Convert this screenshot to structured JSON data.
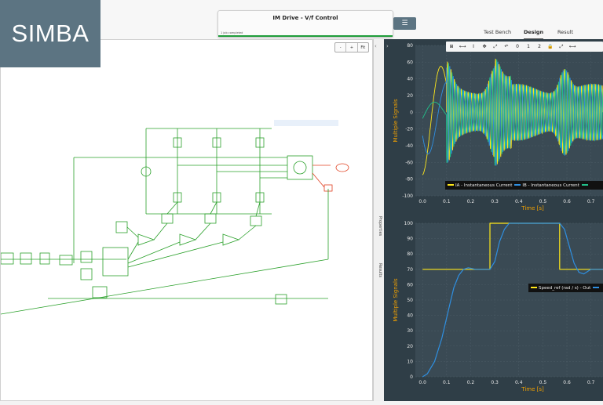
{
  "brand": {
    "logo_text": "SIMBA"
  },
  "job": {
    "title": "IM Drive - V/f Control",
    "status": "1 job completed",
    "progress": 1.0
  },
  "header": {
    "list_icon": "list-icon"
  },
  "tabs": [
    {
      "label": "Test Bench",
      "active": false
    },
    {
      "label": "Design",
      "active": true
    },
    {
      "label": "Result",
      "active": false
    }
  ],
  "zoom": {
    "minus": "-",
    "plus": "+",
    "fit": "Fit"
  },
  "side": {
    "properties": "Properties",
    "results": "Results"
  },
  "plot_toolbar": [
    "⊞",
    "⟷",
    "I",
    "✥",
    "⤢",
    "↶",
    "0",
    "1",
    "2",
    "🔒",
    "⤢",
    "⟷"
  ],
  "colors": {
    "yellow": "#ffe81a",
    "blue": "#2f8fe0",
    "green": "#22c08a",
    "wire": "#2aa02a",
    "accent": "#f0a000"
  },
  "chart_data": [
    {
      "type": "line",
      "ylabel": "Multiple Signals",
      "xlabel": "Time [s]",
      "xlim": [
        -0.03,
        0.75
      ],
      "ylim": [
        -100,
        80
      ],
      "xticks": [
        "0.0",
        "0.1",
        "0.2",
        "0.3",
        "0.4",
        "0.5",
        "0.6",
        "0.7"
      ],
      "yticks": [
        "80",
        "60",
        "40",
        "20",
        "0",
        "-20",
        "-40",
        "-60",
        "-80",
        "-100"
      ],
      "series": [
        {
          "name": "IA - Instantaneous Current",
          "color": "#ffe81a"
        },
        {
          "name": "IB - Instantaneous Current",
          "color": "#2f8fe0"
        },
        {
          "name": "",
          "color": "#22c08a"
        }
      ]
    },
    {
      "type": "line",
      "ylabel": "Multiple Signals",
      "xlabel": "Time [s]",
      "xlim": [
        -0.03,
        0.75
      ],
      "ylim": [
        0,
        100
      ],
      "xticks": [
        "0.0",
        "0.1",
        "0.2",
        "0.3",
        "0.4",
        "0.5",
        "0.6",
        "0.7"
      ],
      "yticks": [
        "100",
        "90",
        "80",
        "70",
        "60",
        "50",
        "40",
        "30",
        "20",
        "10",
        "0"
      ],
      "series": [
        {
          "name": "Speed_ref (rad / s) - Out",
          "color": "#ffe81a",
          "x": [
            0.0,
            0.28,
            0.28,
            0.57,
            0.57,
            0.75
          ],
          "y": [
            70,
            70,
            100,
            100,
            70,
            70
          ]
        },
        {
          "name": "",
          "color": "#2f8fe0",
          "x": [
            0.0,
            0.02,
            0.05,
            0.08,
            0.11,
            0.13,
            0.15,
            0.17,
            0.19,
            0.22,
            0.25,
            0.28,
            0.3,
            0.32,
            0.34,
            0.36,
            0.38,
            0.42,
            0.57,
            0.59,
            0.61,
            0.63,
            0.65,
            0.67,
            0.7,
            0.75
          ],
          "y": [
            0,
            2,
            10,
            25,
            45,
            58,
            66,
            70,
            71,
            70,
            70,
            70,
            75,
            88,
            96,
            100,
            100,
            100,
            100,
            96,
            85,
            74,
            68,
            67,
            70,
            70
          ]
        }
      ]
    }
  ]
}
